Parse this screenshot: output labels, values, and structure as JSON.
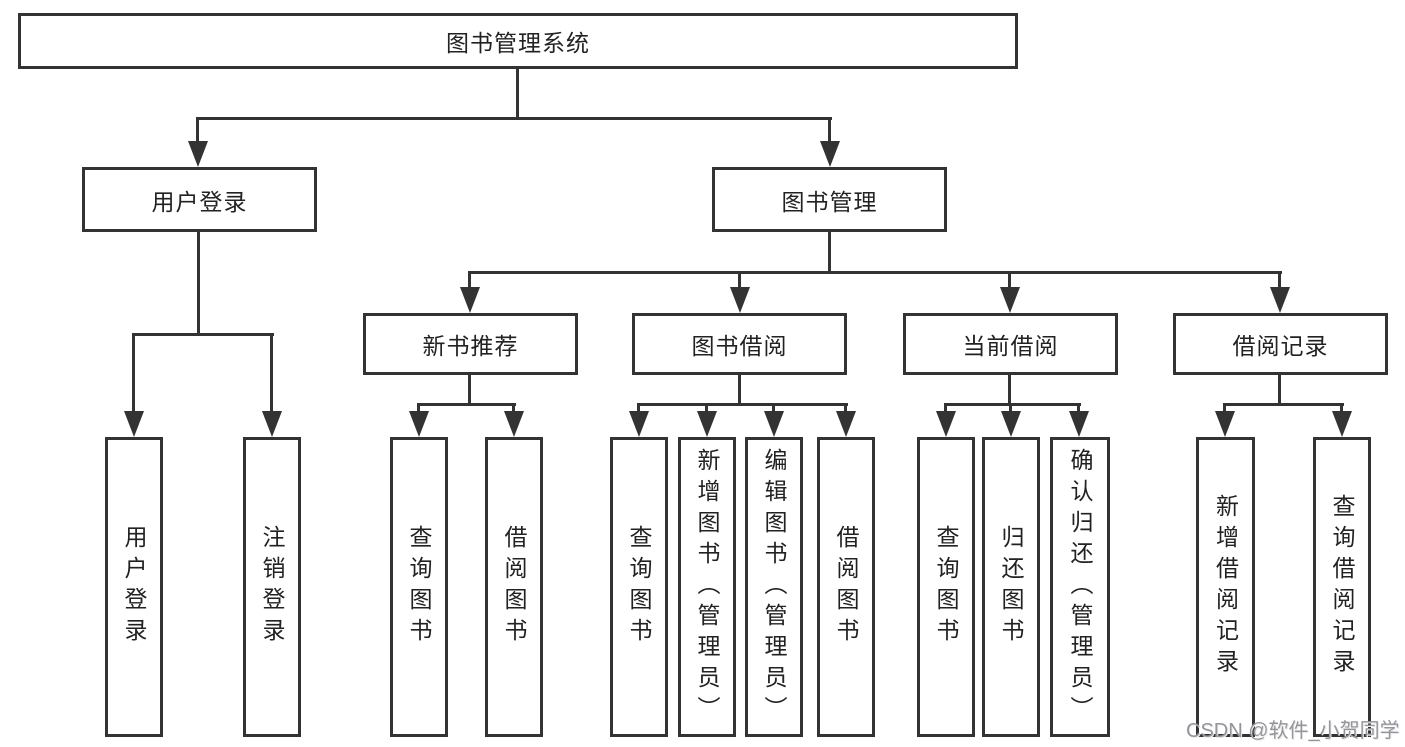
{
  "nodes": {
    "root": "图书管理系统",
    "user_login": "用户登录",
    "book_management": "图书管理",
    "new_book_recommend": "新书推荐",
    "book_borrowing": "图书借阅",
    "current_borrowing": "当前借阅",
    "borrowing_records": "借阅记录",
    "leaf_user_login": "用户登录",
    "leaf_logout": "注销登录",
    "leaf_query_books_recommend": "查询图书",
    "leaf_borrow_books_recommend": "借阅图书",
    "leaf_query_books_borrowing": "查询图书",
    "leaf_add_books_admin": "新增图书（管理员）",
    "leaf_edit_books_admin": "编辑图书（管理员）",
    "leaf_borrow_books_borrowing": "借阅图书",
    "leaf_query_books_current": "查询图书",
    "leaf_return_books": "归还图书",
    "leaf_confirm_return_admin": "确认归还（管理员）",
    "leaf_add_borrow_record": "新增借阅记录",
    "leaf_query_borrow_record": "查询借阅记录"
  },
  "watermark": "CSDN @软件_小贺同学",
  "colors": {
    "line": "#333333",
    "text": "#222222",
    "background": "#ffffff",
    "watermark": "#95959b"
  }
}
